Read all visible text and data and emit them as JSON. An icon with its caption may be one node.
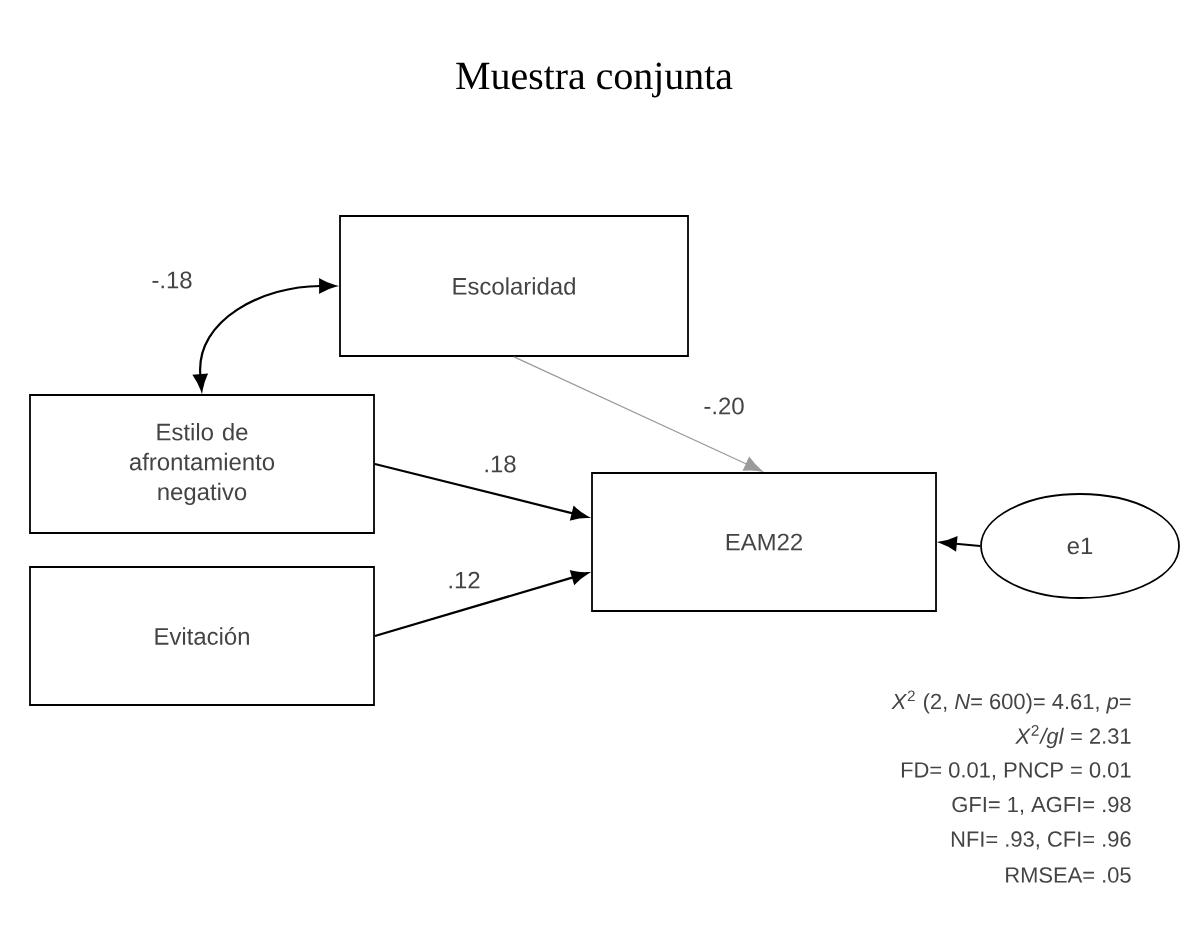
{
  "diagram": {
    "title": "Muestra conjunta",
    "nodes": [
      {
        "text": [
          "Escolaridad"
        ]
      },
      {
        "text": [
          "Estilo de afrontamiento negativo"
        ]
      },
      {
        "text": [
          "Evitación"
        ]
      },
      {
        "text": [
          "EAM22"
        ]
      },
      {
        "text": [
          "e1"
        ]
      }
    ],
    "edges": [
      {
        "from": 1,
        "to": 0,
        "arrow": "both",
        "label": "-.18"
      },
      {
        "from": 0,
        "to": 3,
        "arrow": "to",
        "label": "-.20",
        "color": "#9a9a9a"
      },
      {
        "from": 1,
        "to": 3,
        "arrow": "to",
        "label": ".18"
      },
      {
        "from": 2,
        "to": 3,
        "arrow": "to",
        "label": ".12"
      },
      {
        "from": 4,
        "to": 3,
        "arrow": "to"
      }
    ],
    "labels": [
      "*X*$^{2}$ (2, *N*= 600)= 4.61, *p*=",
      "*X*$^{2}$*/gl* = 2.31",
      "FD= 0.01, PNCP = 0.01",
      "GFI= 1, AGFI= .98",
      "NFI= .93, CFI= .96",
      "RMSEA= .05"
    ]
  }
}
